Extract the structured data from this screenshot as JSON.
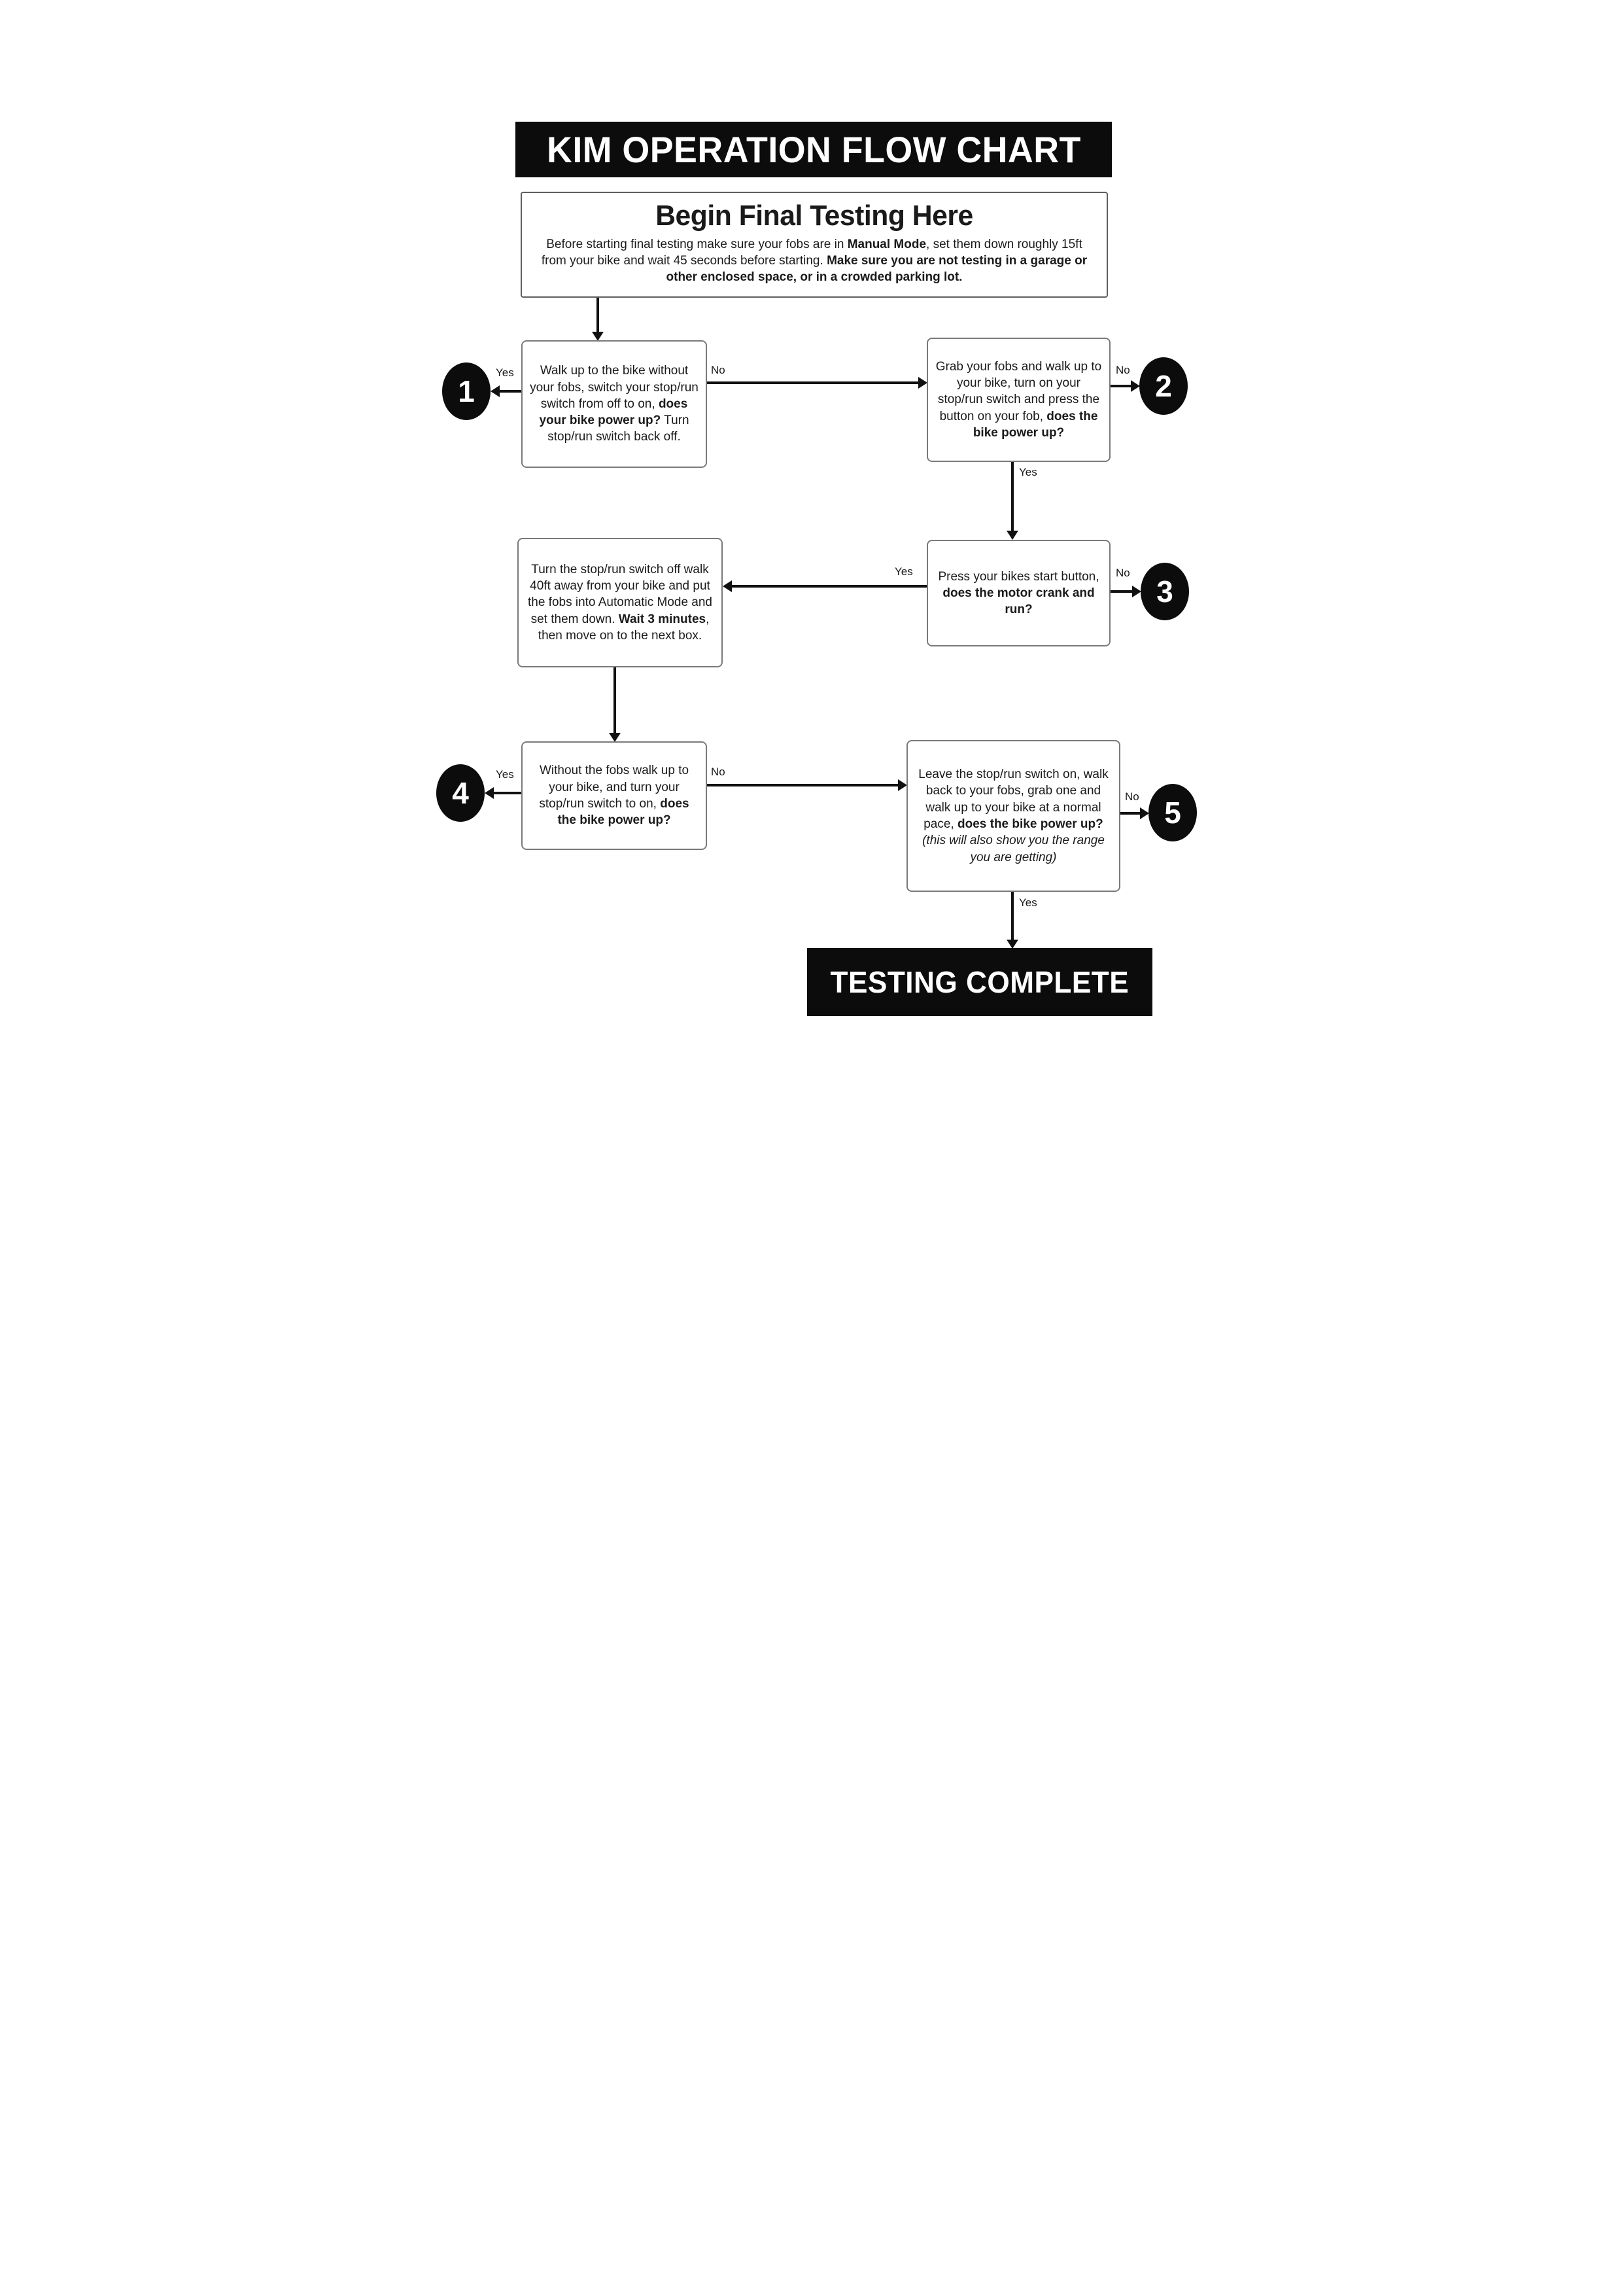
{
  "header": {
    "title": "KIM OPERATION FLOW CHART"
  },
  "footer": {
    "complete": "TESTING COMPLETE"
  },
  "start": {
    "title": "Begin Final Testing Here",
    "body_segments": [
      {
        "text": "Before starting final testing make sure your fobs are in "
      },
      {
        "text": "Manual Mode",
        "bold": true
      },
      {
        "text": ", set them down roughly 15ft from your bike and wait 45 seconds before starting. "
      },
      {
        "text": "Make sure you are not testing in a garage or other enclosed space, or in a crowded parking lot.",
        "bold": true
      }
    ]
  },
  "nodes": {
    "walk_up_without_fobs": {
      "segments": [
        {
          "text": "Walk up to the bike without your fobs, switch your stop/run switch from off to on, "
        },
        {
          "text": "does your bike power up?",
          "bold": true
        },
        {
          "text": " Turn stop/run switch back off."
        }
      ]
    },
    "grab_fobs": {
      "segments": [
        {
          "text": "Grab your fobs and walk up to your bike, turn on your stop/run switch and press the button on your fob, "
        },
        {
          "text": "does the bike power up?",
          "bold": true
        }
      ]
    },
    "automatic_mode_setup": {
      "segments": [
        {
          "text": "Turn the stop/run switch off walk 40ft away from your bike and put the fobs into Automatic Mode and set them down. "
        },
        {
          "text": "Wait 3 minutes",
          "bold": true
        },
        {
          "text": ", then move on to the next box."
        }
      ]
    },
    "press_start": {
      "segments": [
        {
          "text": "Press your bikes start button, "
        },
        {
          "text": "does the motor crank and run?",
          "bold": true
        }
      ]
    },
    "without_fobs_power": {
      "segments": [
        {
          "text": "Without the fobs walk up to your bike, and turn your stop/run switch to on, "
        },
        {
          "text": "does the bike power up?",
          "bold": true
        }
      ]
    },
    "walk_back_range": {
      "segments": [
        {
          "text": "Leave the stop/run switch on, walk back to your fobs, grab one and walk up to your bike at a normal pace, "
        },
        {
          "text": "does the bike power up?",
          "bold": true
        },
        {
          "text": " "
        },
        {
          "text": "(this will also show you the range you are getting)",
          "italic": true
        }
      ]
    }
  },
  "terminals": {
    "t1": "1",
    "t2": "2",
    "t3": "3",
    "t4": "4",
    "t5": "5"
  },
  "edges": {
    "walk_up_yes": "Yes",
    "walk_up_no": "No",
    "grab_fobs_no": "No",
    "grab_fobs_yes": "Yes",
    "press_start_yes": "Yes",
    "press_start_no": "No",
    "without_fobs_yes": "Yes",
    "without_fobs_no": "No",
    "walk_back_no": "No",
    "walk_back_yes": "Yes"
  },
  "colors": {
    "banner_bg": "#0c0c0c",
    "banner_text": "#ffffff",
    "box_border": "#7a7a7a",
    "arrow": "#111111",
    "text": "#1a1a1a",
    "page_bg": "#ffffff"
  }
}
